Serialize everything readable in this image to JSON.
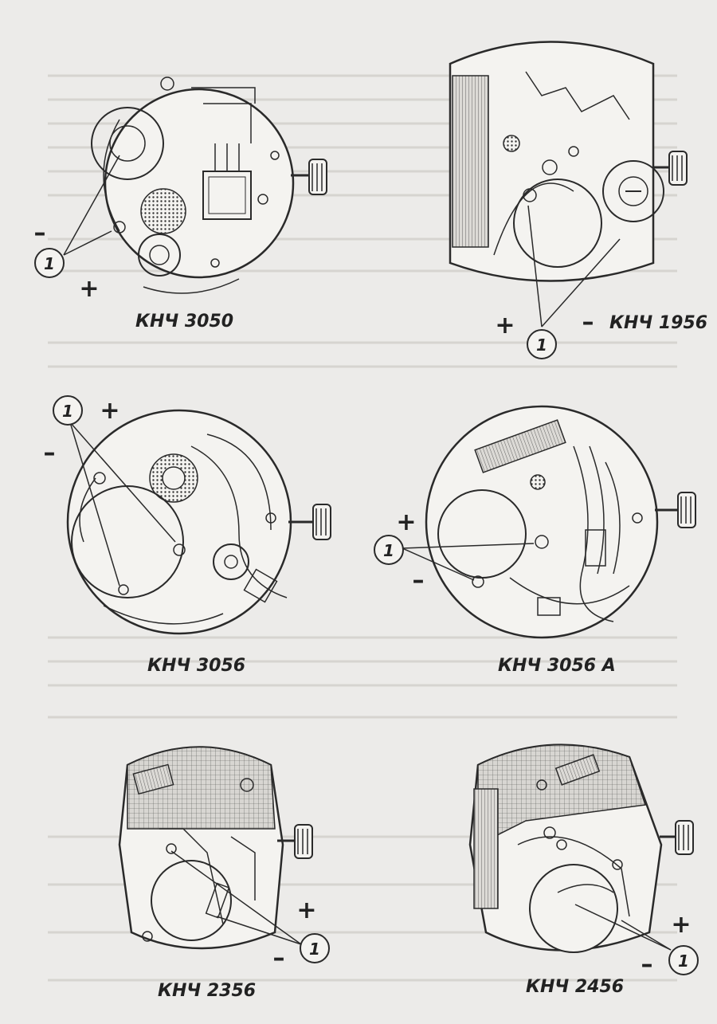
{
  "figure": {
    "movements": [
      {
        "id": "m1",
        "name": "КНЧ 3050",
        "plus": "+",
        "minus": "–",
        "callout": "1"
      },
      {
        "id": "m2",
        "name": "КНЧ 1956",
        "plus": "+",
        "minus": "–",
        "callout": "1"
      },
      {
        "id": "m3",
        "name": "КНЧ 3056",
        "plus": "+",
        "minus": "–",
        "callout": "1"
      },
      {
        "id": "m4",
        "name": "КНЧ 3056 А",
        "plus": "+",
        "minus": "–",
        "callout": "1"
      },
      {
        "id": "m5",
        "name": "КНЧ 2356",
        "plus": "+",
        "minus": "–",
        "callout": "1"
      },
      {
        "id": "m6",
        "name": "КНЧ 2456",
        "plus": "+",
        "minus": "–",
        "callout": "1"
      }
    ]
  }
}
